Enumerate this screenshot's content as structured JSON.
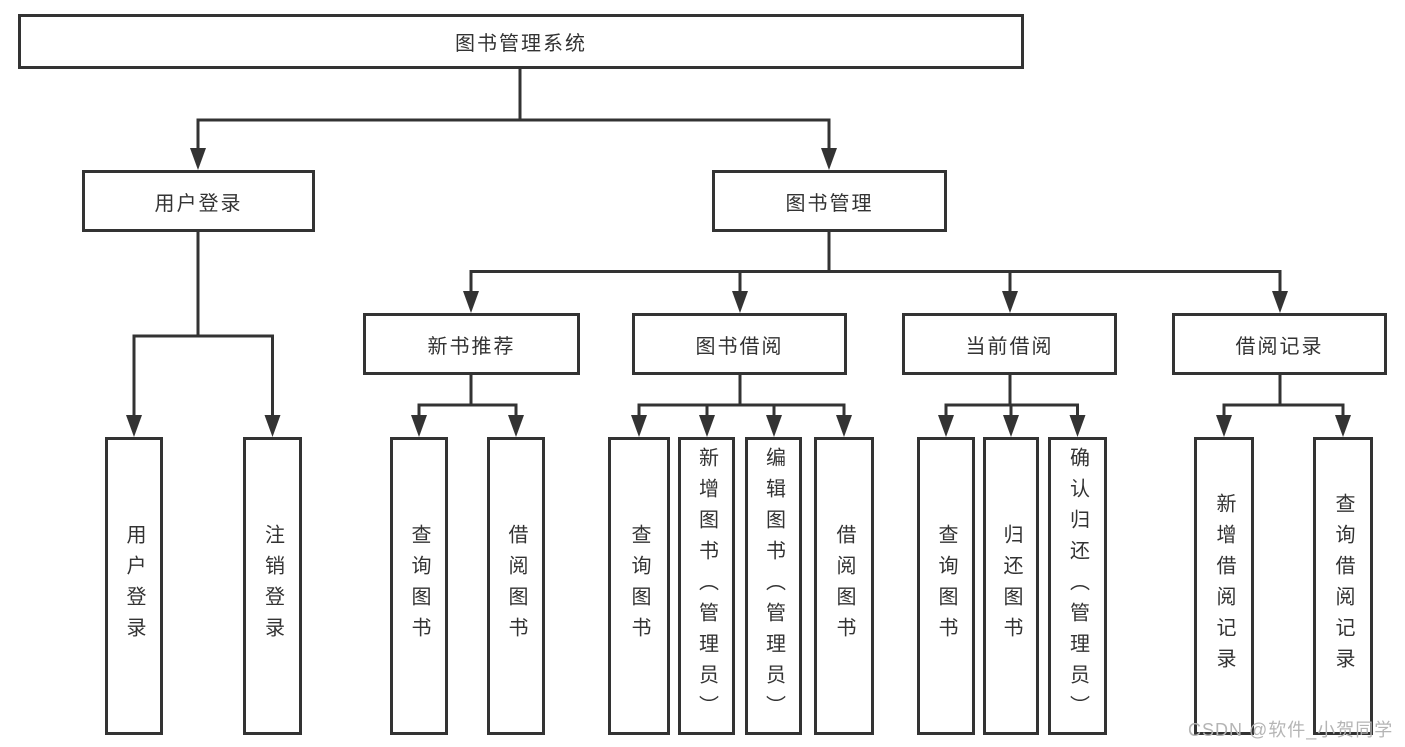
{
  "diagram": {
    "root": {
      "label": "图书管理系统"
    },
    "level2": [
      {
        "label": "用户登录"
      },
      {
        "label": "图书管理"
      }
    ],
    "level3": [
      {
        "label": "新书推荐"
      },
      {
        "label": "图书借阅"
      },
      {
        "label": "当前借阅"
      },
      {
        "label": "借阅记录"
      }
    ],
    "leaves": {
      "user": [
        "用户登录",
        "注销登录"
      ],
      "newbook": [
        "查询图书",
        "借阅图书"
      ],
      "borrow": [
        "查询图书",
        "新增图书（管理员）",
        "编辑图书（管理员）",
        "借阅图书"
      ],
      "current": [
        "查询图书",
        "归还图书",
        "确认归还（管理员）"
      ],
      "records": [
        "新增借阅记录",
        "查询借阅记录"
      ]
    }
  },
  "watermark": "CSDN @软件_小贺同学",
  "colors": {
    "line": "#333333",
    "text": "#333333",
    "watermark_text": "#b5b5b5",
    "background": "#ffffff"
  }
}
